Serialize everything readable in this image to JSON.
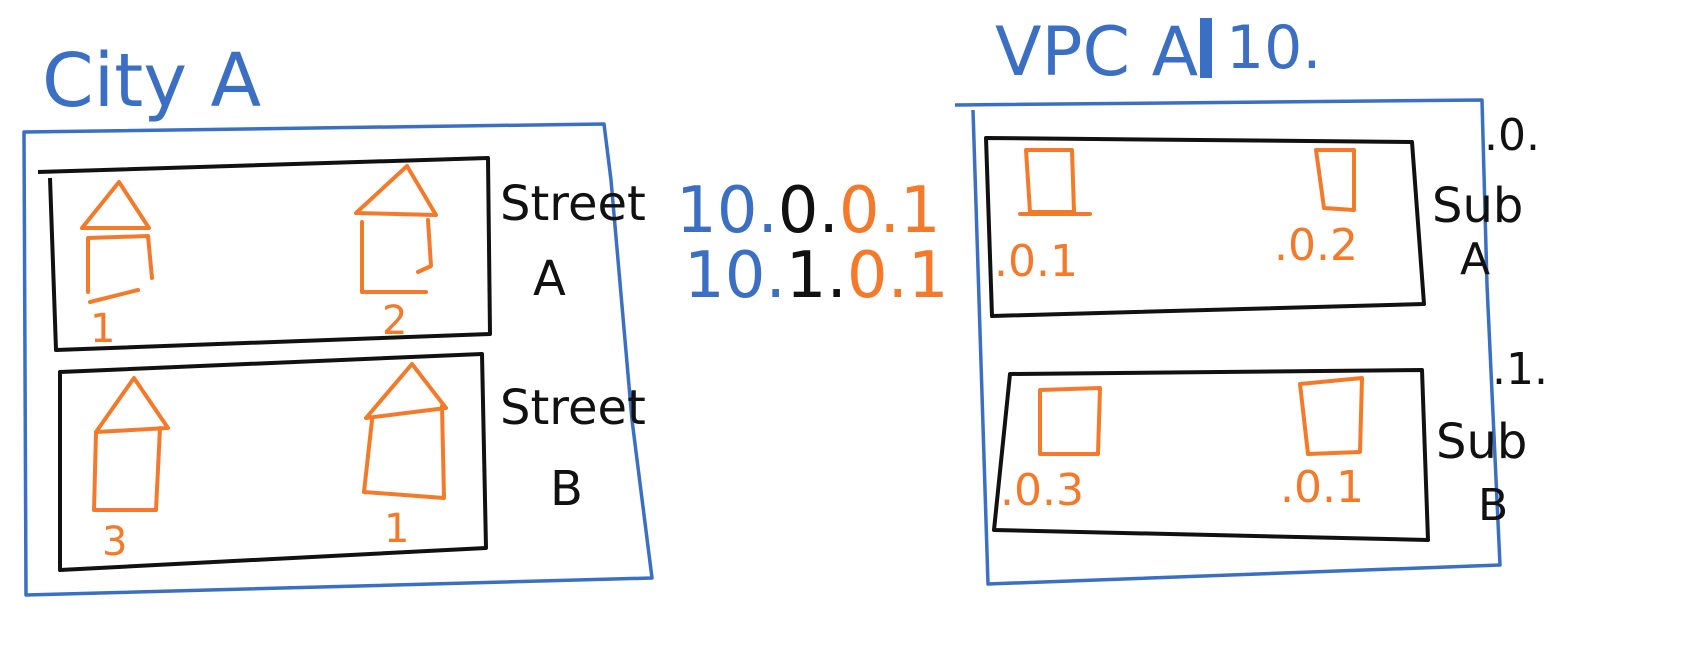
{
  "colors": {
    "blue": "#3b6fc4",
    "black": "#111111",
    "orange": "#f47a2a",
    "background": "#ffffff"
  },
  "left": {
    "title": "City A",
    "streets": [
      {
        "label_line1": "Street",
        "label_line2": "A",
        "houses": [
          "1",
          "2"
        ]
      },
      {
        "label_line1": "Street",
        "label_line2": "B",
        "houses": [
          "3",
          "1"
        ]
      }
    ]
  },
  "middle": {
    "addresses": [
      {
        "part1": "10.",
        "part2": "0.",
        "part3": "0.1"
      },
      {
        "part1": "10.",
        "part2": "1.",
        "part3": "0.1"
      }
    ]
  },
  "right": {
    "title_left": "VPC A",
    "title_right": "10.",
    "subnets": [
      {
        "octet": ".0.",
        "label_line1": "Sub",
        "label_line2": "A",
        "hosts": [
          ".0.1",
          ".0.2"
        ]
      },
      {
        "octet": ".1.",
        "label_line1": "Sub",
        "label_line2": "B",
        "hosts": [
          ".0.3",
          ".0.1"
        ]
      }
    ]
  }
}
